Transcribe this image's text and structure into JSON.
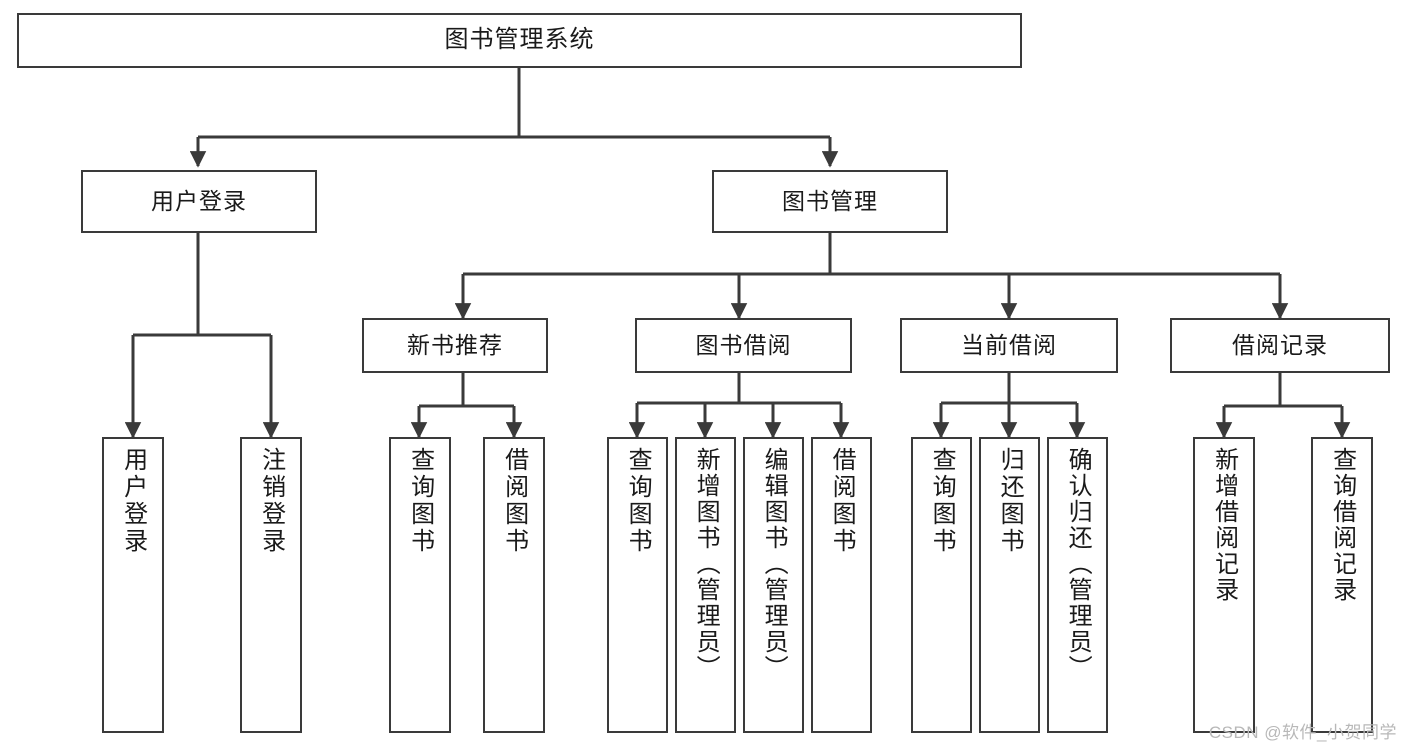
{
  "diagram": {
    "title": "图书管理系统",
    "type": "tree-hierarchy",
    "watermark": "CSDN @软件_小贺同学",
    "colors": {
      "stroke": "#3a3a3a",
      "fill": "#ffffff",
      "text": "#1a1a1a",
      "watermark": "#b8b8b8"
    },
    "root": {
      "label": "图书管理系统"
    },
    "level1": [
      {
        "label": "用户登录"
      },
      {
        "label": "图书管理"
      }
    ],
    "level2": [
      {
        "label": "新书推荐"
      },
      {
        "label": "图书借阅"
      },
      {
        "label": "当前借阅"
      },
      {
        "label": "借阅记录"
      }
    ],
    "leaves": {
      "user_login": [
        {
          "label": "用户登录"
        },
        {
          "label": "注销登录"
        }
      ],
      "new_book_recommend": [
        {
          "label": "查询图书"
        },
        {
          "label": "借阅图书"
        }
      ],
      "book_borrow": [
        {
          "label": "查询图书"
        },
        {
          "label": "新增图书（管理员）"
        },
        {
          "label": "编辑图书（管理员）"
        },
        {
          "label": "借阅图书"
        }
      ],
      "current_borrow": [
        {
          "label": "查询图书"
        },
        {
          "label": "归还图书"
        },
        {
          "label": "确认归还（管理员）"
        }
      ],
      "borrow_record": [
        {
          "label": "新增借阅记录"
        },
        {
          "label": "查询借阅记录"
        }
      ]
    }
  }
}
